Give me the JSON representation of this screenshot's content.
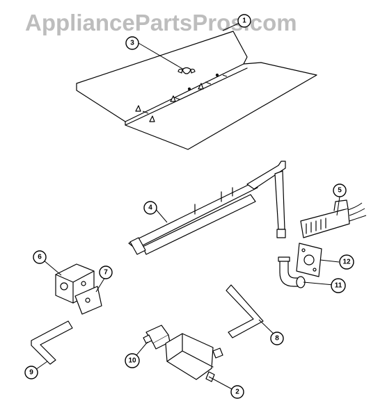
{
  "watermark": "AppliancePartsPros.com",
  "callouts": [
    {
      "id": "1",
      "label": "1"
    },
    {
      "id": "2",
      "label": "2"
    },
    {
      "id": "3",
      "label": "3"
    },
    {
      "id": "4",
      "label": "4"
    },
    {
      "id": "5",
      "label": "5"
    },
    {
      "id": "6",
      "label": "6"
    },
    {
      "id": "7",
      "label": "7"
    },
    {
      "id": "8",
      "label": "8"
    },
    {
      "id": "9",
      "label": "9"
    },
    {
      "id": "10",
      "label": "10"
    },
    {
      "id": "11",
      "label": "11"
    },
    {
      "id": "12",
      "label": "12"
    }
  ]
}
